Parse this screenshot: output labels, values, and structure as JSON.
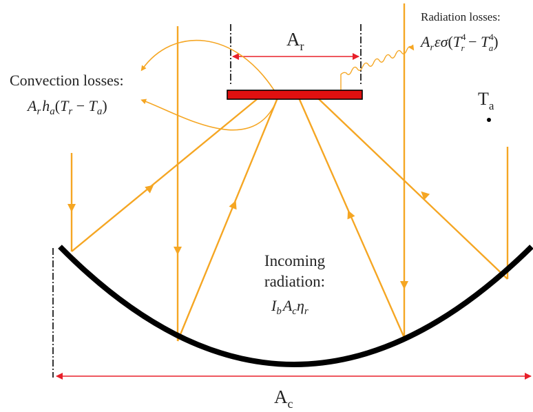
{
  "labels": {
    "receiver_area": "A",
    "receiver_area_sub": "r",
    "collector_area": "A",
    "collector_area_sub": "c",
    "ambient_temp": "T",
    "ambient_temp_sub": "a",
    "convection_title": "Convection losses:",
    "radiation_title": "Radiation losses:",
    "incoming_line1": "Incoming",
    "incoming_line2": "radiation:"
  },
  "formulas": {
    "convection": {
      "A": "A",
      "r1": "r",
      "h": "h",
      "a1": "a",
      "open": "(",
      "T1": "T",
      "r2": "r",
      "minus": " − ",
      "T2": "T",
      "a2": "a",
      "close": ")"
    },
    "radiation": {
      "A": "A",
      "r1": "r",
      "eps": "ε",
      "sigma": "σ",
      "open": "(",
      "T1": "T",
      "r2": "r",
      "p1": "4",
      "minus": " − ",
      "T2": "T",
      "a2": "a",
      "p2": "4",
      "close": ")"
    },
    "incoming": {
      "I": "I",
      "b": "b",
      "A": "A",
      "c": "c",
      "eta": "η",
      "r": "r"
    }
  },
  "colors": {
    "ray": "#f5a623",
    "receiver": "#e01010",
    "dimension_arrow": "#e8202a",
    "reflector": "#000000",
    "text": "#222222"
  }
}
